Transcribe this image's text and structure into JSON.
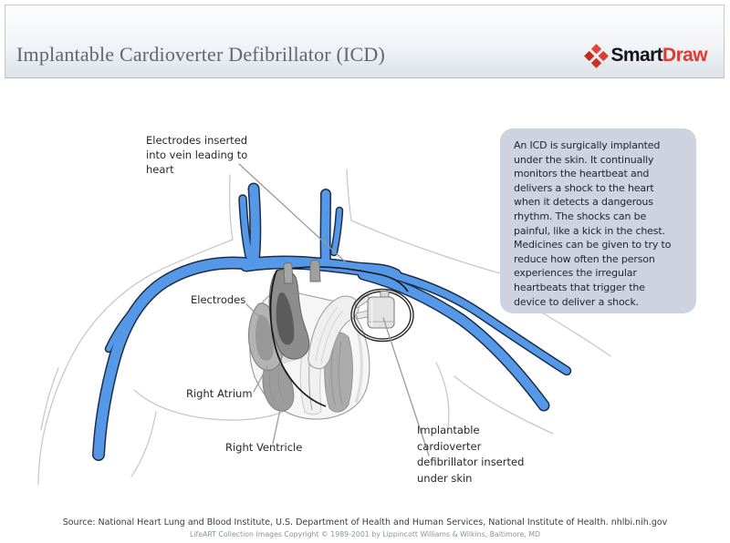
{
  "header": {
    "title": "Implantable Cardioverter Defibrillator (ICD)",
    "logo": {
      "icon": "smartdraw-diamond-icon",
      "brand_first": "Smart",
      "brand_second": "Draw",
      "brand_red": "#e23b2e"
    }
  },
  "diagram": {
    "labels": {
      "electrodes_vein": [
        "Electrodes inserted",
        "into vein leading to",
        "heart"
      ],
      "electrodes": "Electrodes",
      "right_atrium": "Right Atrium",
      "right_ventricle": "Right Ventricle",
      "icd_device": [
        "Implantable",
        "cardioverter",
        "defibrillator inserted",
        "under skin"
      ]
    },
    "callout": {
      "lines": [
        "An ICD is surgically implanted",
        "under the skin. It continually",
        "monitors the heartbeat and",
        "delivers a shock to the heart",
        "when it detects a dangerous",
        "rhythm. The shocks can be",
        "painful, like a kick in the chest.",
        "Medicines can be given to try to",
        "reduce how often the person",
        "experiences the irregular",
        "heartbeats that trigger the",
        "device to deliver a shock."
      ],
      "background": "#cdd4e0"
    },
    "colors": {
      "vein_blue": "#5598e8",
      "vein_outline": "#1c2e4a",
      "body_outline": "#c9c9c9",
      "leader_line": "#9b9b9b",
      "lead_wire": "#161616",
      "heart_gray_dark": "#8d8d8d",
      "heart_gray_light": "#f6f6f6"
    }
  },
  "footer": {
    "source": "Source: National Heart Lung and Blood Institute, U.S. Department of Health and Human Services, National Institute of Health. nhlbi.nih.gov",
    "copyright": "LifeART Collection Images Copyright © 1989-2001 by Lippincott Williams & Wilkins, Baltimore, MD"
  }
}
